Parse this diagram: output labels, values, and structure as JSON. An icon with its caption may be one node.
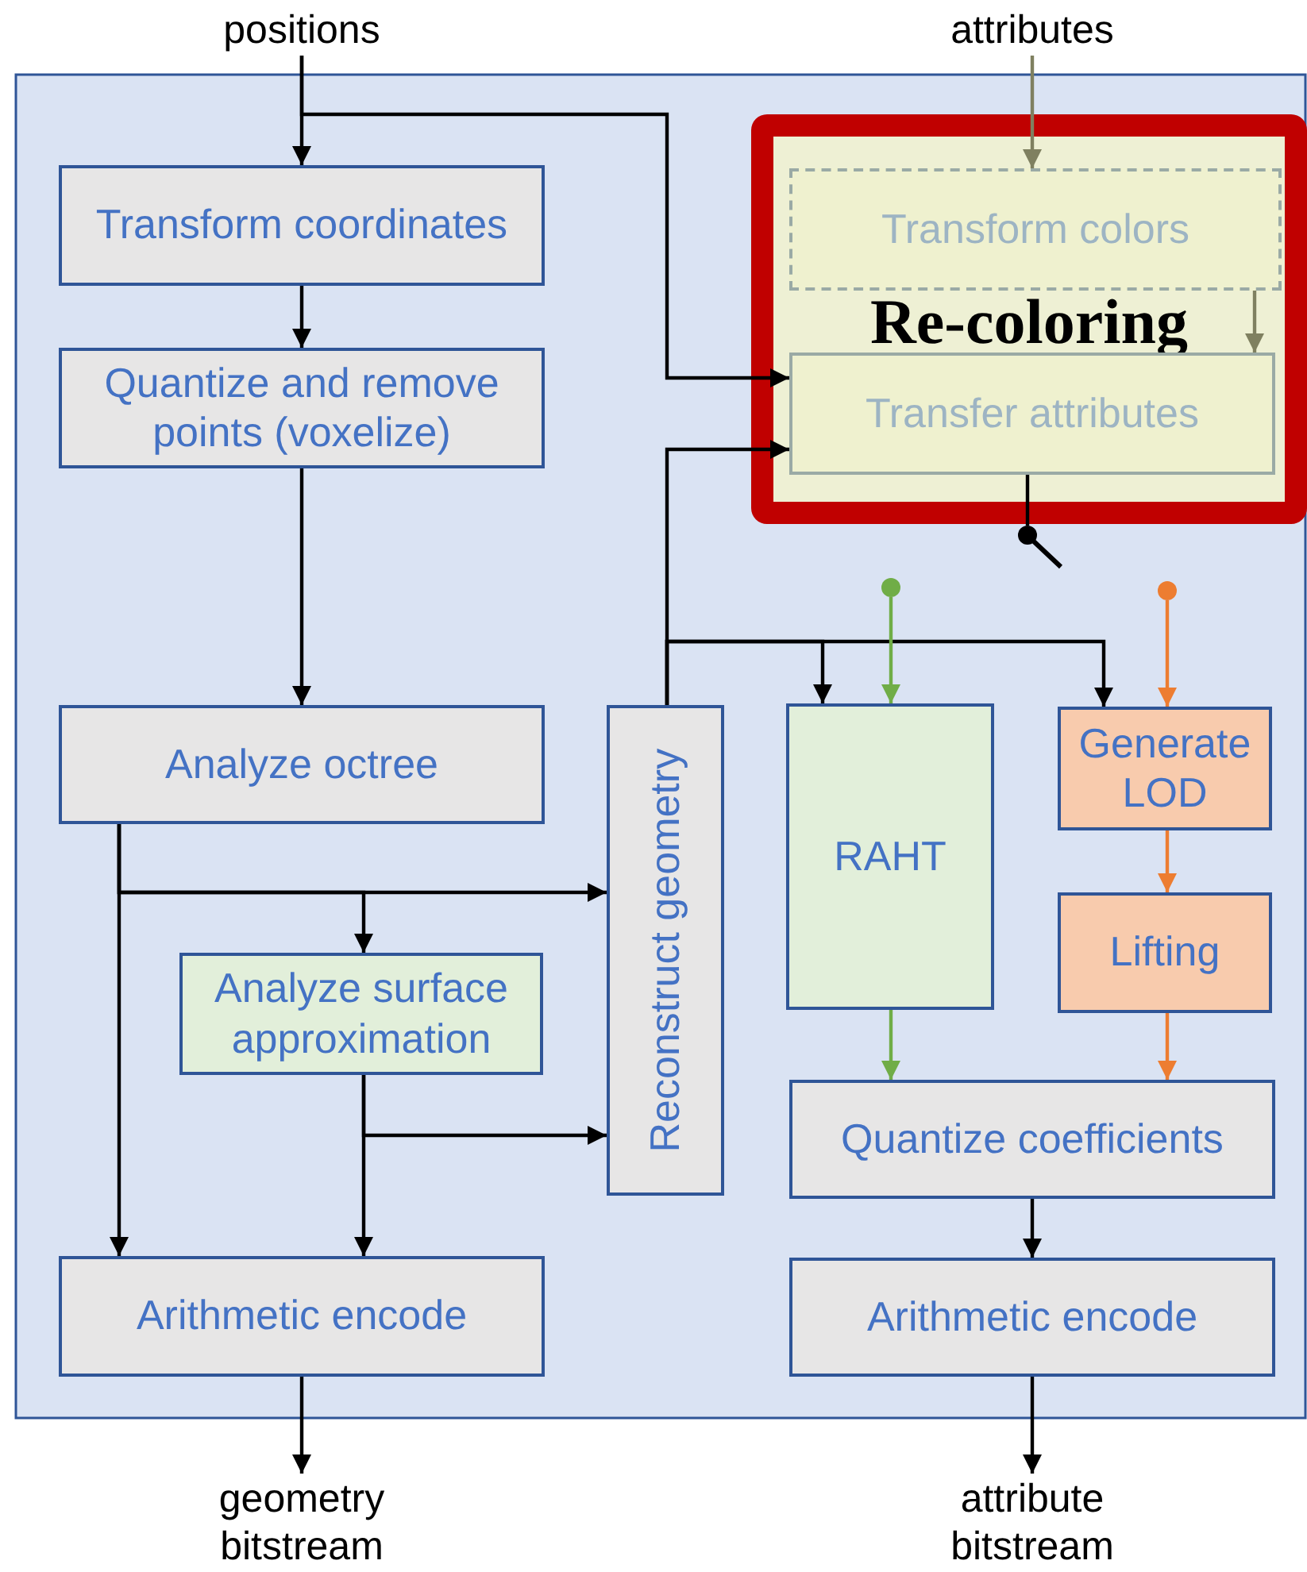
{
  "diagram": {
    "nodes": [
      {
        "text": [
          "positions"
        ]
      },
      {
        "text": [
          "attributes"
        ]
      },
      {
        "text": [
          "Transform coordinates"
        ]
      },
      {
        "text": [
          "Quantize and remove points (voxelize)"
        ]
      },
      {
        "text": [
          "Re-coloring"
        ]
      },
      {
        "text": [
          "Transform colors"
        ],
        "in": 4
      },
      {
        "text": [
          "Transfer attributes"
        ],
        "in": 4
      },
      {
        "text": [],
        "shape": "circle"
      },
      {
        "text": [],
        "shape": "circle"
      },
      {
        "text": [],
        "shape": "circle"
      },
      {
        "text": [
          "Analyze octree"
        ]
      },
      {
        "text": [
          "Reconstruct geometry"
        ]
      },
      {
        "text": [
          "RAHT"
        ]
      },
      {
        "text": [
          "Generate LOD"
        ]
      },
      {
        "text": [
          "Analyze surface approximation"
        ]
      },
      {
        "text": [
          "Lifting"
        ]
      },
      {
        "text": [
          "Quantize coefficients"
        ]
      },
      {
        "text": [
          "Arithmetic encode"
        ]
      },
      {
        "text": [
          "Arithmetic encode"
        ]
      },
      {
        "text": [
          "geometry bitstream"
        ]
      },
      {
        "text": [
          "attribute bitstream"
        ]
      }
    ],
    "edges": [
      {
        "from": 0,
        "to": 2,
        "arrow": "to"
      },
      {
        "from": 0,
        "to": 6,
        "arrow": "to"
      },
      {
        "from": 1,
        "to": 5,
        "arrow": "to",
        "color": "#7f8060"
      },
      {
        "from": 5,
        "to": 6,
        "arrow": "to",
        "color": "#7f8060"
      },
      {
        "from": 11,
        "to": 6,
        "arrow": "to"
      },
      {
        "from": 11,
        "to": 12,
        "arrow": "to"
      },
      {
        "from": 11,
        "to": 13,
        "arrow": "to"
      },
      {
        "from": 2,
        "to": 3,
        "arrow": "to"
      },
      {
        "from": 3,
        "to": 10,
        "arrow": "to"
      },
      {
        "from": 10,
        "to": 11,
        "arrow": "to"
      },
      {
        "from": 10,
        "to": 14,
        "arrow": "to"
      },
      {
        "from": 10,
        "to": 17,
        "arrow": "to"
      },
      {
        "from": 14,
        "to": 11,
        "arrow": "to"
      },
      {
        "from": 14,
        "to": 17,
        "arrow": "to"
      },
      {
        "from": 6,
        "to": 7,
        "arrow": "none"
      },
      {
        "from": 8,
        "to": 12,
        "arrow": "to",
        "color": "#70ad47"
      },
      {
        "from": 9,
        "to": 13,
        "arrow": "to",
        "color": "#ed7d31"
      },
      {
        "from": 13,
        "to": 15,
        "arrow": "to",
        "color": "#ed7d31"
      },
      {
        "from": 12,
        "to": 16,
        "arrow": "to",
        "color": "#70ad47"
      },
      {
        "from": 15,
        "to": 16,
        "arrow": "to",
        "color": "#ed7d31"
      },
      {
        "from": 16,
        "to": 18,
        "arrow": "to"
      },
      {
        "from": 17,
        "to": 19,
        "arrow": "to"
      },
      {
        "from": 18,
        "to": 20,
        "arrow": "to"
      }
    ]
  }
}
